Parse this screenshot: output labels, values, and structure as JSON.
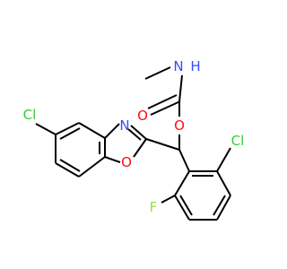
{
  "molecule": {
    "atoms": {
      "cl1": {
        "text": "Cl",
        "color": "#33cc33"
      },
      "n_ox": {
        "text": "N",
        "color": "#3050f8"
      },
      "o_ox": {
        "text": "O",
        "color": "#ff0d0d"
      },
      "o_ester": {
        "text": "O",
        "color": "#ff0d0d"
      },
      "o_carbonyl": {
        "text": "O",
        "color": "#ff0d0d"
      },
      "n_amide": {
        "text": "N",
        "color": "#3050f8"
      },
      "h_amide": {
        "text": "H",
        "color": "#3050f8"
      },
      "cl2": {
        "text": "Cl",
        "color": "#33cc33"
      },
      "f": {
        "text": "F",
        "color": "#90e050"
      }
    },
    "bond_color": "#000000",
    "background": "#ffffff"
  }
}
